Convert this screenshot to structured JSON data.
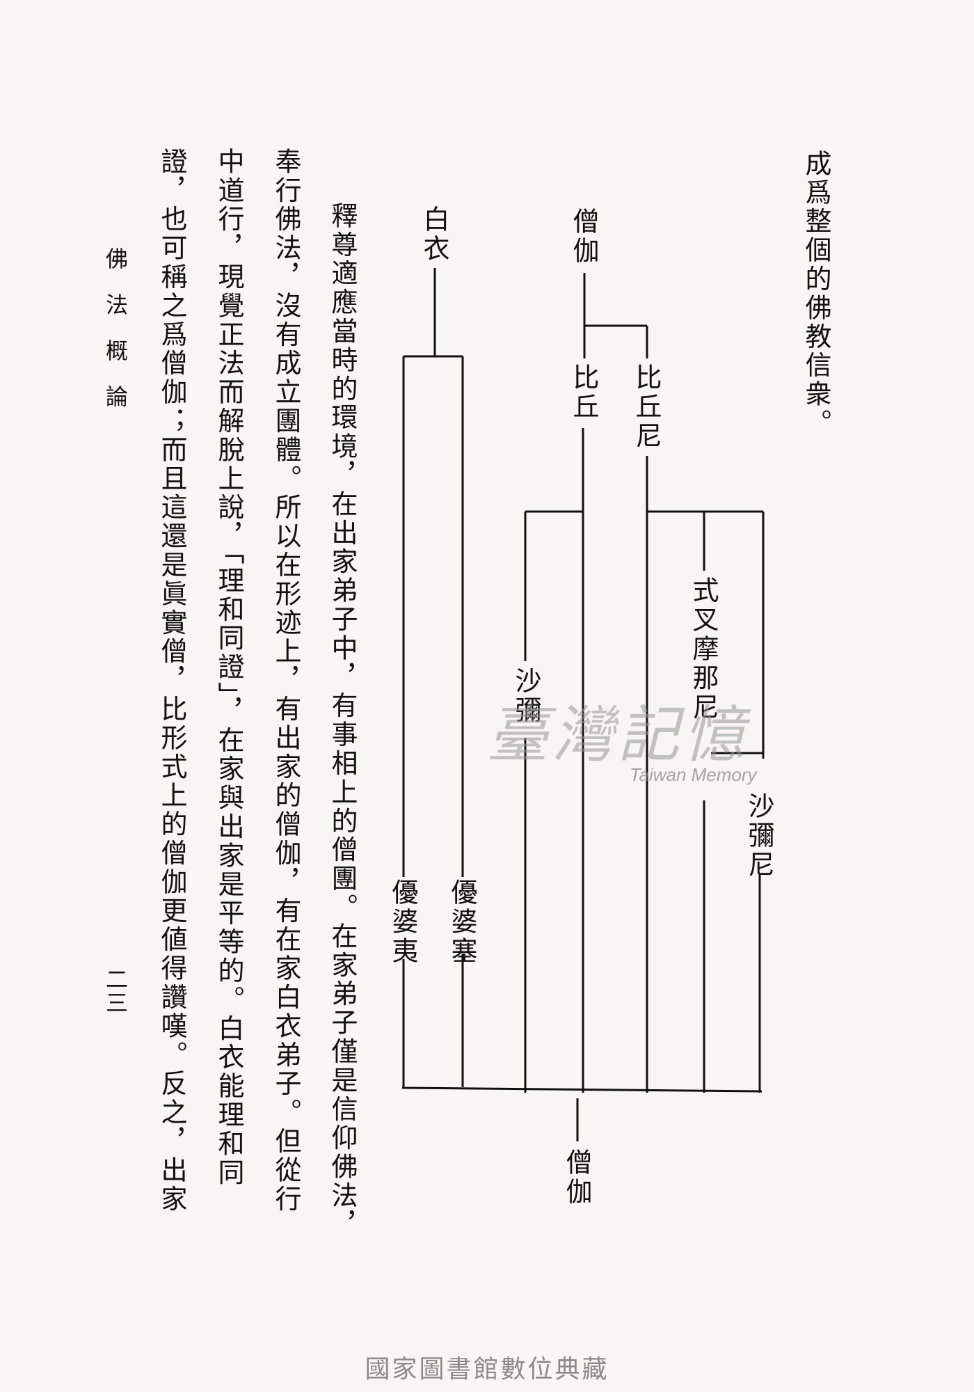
{
  "header_text": "成爲整個的佛教信衆。",
  "tree": {
    "top_root": "僧伽",
    "bhikkhu": "比丘",
    "bhikkhuni": "比丘尼",
    "samanera": "沙彌",
    "sikkhamana": "式叉摩那尼",
    "samaneri": "沙彌尼",
    "laity": "白衣",
    "upasaka": "優婆塞",
    "upasika": "優婆夷",
    "bottom_root": "僧伽"
  },
  "body_columns": [
    "釋尊適應當時的環境，在出家弟子中，有事相上的僧團。在家弟子僅是信仰佛法，",
    "奉行佛法，沒有成立團體。所以在形迹上，有出家的僧伽，有在家白衣弟子。但從行",
    "中道行，現覺正法而解脫上說，「理和同證」，在家與出家是平等的。白衣能理和同",
    "證，也可稱之爲僧伽；而且這還是眞實僧，比形式上的僧伽更値得讚嘆。反之，出家"
  ],
  "running_head": "佛法概論",
  "page_number": "二三",
  "watermark": {
    "text": "臺灣記憶",
    "subtext": "Taiwan Memory"
  },
  "footer": "國家圖書館數位典藏"
}
